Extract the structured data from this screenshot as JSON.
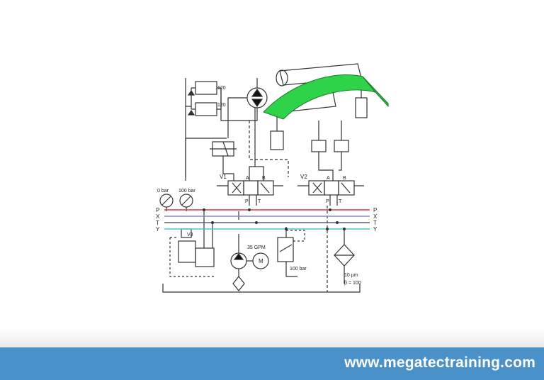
{
  "diagram": {
    "valve_left_label": "V1",
    "valve_right_label": "V2",
    "port_a": "A",
    "port_b": "B",
    "port_p": "P",
    "port_t": "T",
    "relief_top_setting": "120",
    "relief_bottom_setting": "120",
    "gauge_left_label": "0 bar",
    "gauge_right_label": "100 bar",
    "lines_left": [
      "P",
      "X",
      "T",
      "Y"
    ],
    "lines_right": [
      "P",
      "X",
      "T",
      "Y"
    ],
    "pilot_valve_label": "V3",
    "pump_flow": "35 GPM",
    "motor_label": "M",
    "relief_main_setting": "100 bar",
    "filter_rating": "10 µm",
    "filter_beta": "β = 100",
    "colors": {
      "line_p": "#d93a4a",
      "line_x": "#8e8bbf",
      "line_t": "#556677",
      "line_y": "#4fc2d6",
      "green_part": "#2fd34a"
    }
  },
  "footer": {
    "url": "www.megatectraining.com",
    "color": "#4a91c9"
  }
}
